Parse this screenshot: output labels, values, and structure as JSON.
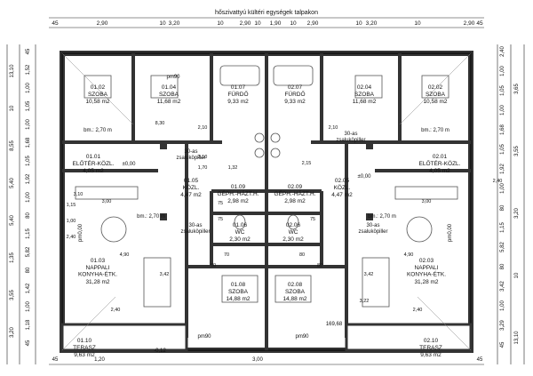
{
  "header": "hőszivattyú kültéri egységek talpakon",
  "top_dims": [
    "45",
    "2,90",
    "10",
    "3,20",
    "10",
    "2,90",
    "10",
    "1,90",
    "10",
    "2,90",
    "10",
    "3,20",
    "10",
    "2,90",
    "45"
  ],
  "left_dims": [
    "45",
    "1,52",
    "1,00",
    "1,05",
    "1,00",
    "1,68",
    "1,05",
    "1,92",
    "1,00",
    "80",
    "1,15",
    "5,82",
    "80",
    "1,42",
    "1,00",
    "1,18",
    "45"
  ],
  "right_dims": [
    "2,40",
    "1,00",
    "1,05",
    "1,00",
    "1,68",
    "1,05",
    "1,92",
    "1,00",
    "80",
    "1,15",
    "5,82",
    "80",
    "3,42",
    "1,00",
    "3,29",
    "45"
  ],
  "left_outer": [
    "13,10",
    "10",
    "8,55",
    "5,40",
    "5,40",
    "1,35",
    "3,55",
    "3,20"
  ],
  "right_outer": [
    "3,65",
    "3,55",
    "3,20",
    "10",
    "13,10"
  ],
  "bottom_dims": [
    "45",
    "1,20",
    "3,00",
    "45"
  ],
  "rooms": [
    {
      "id": "01.02",
      "name": "SZOBA",
      "area": "10,58 m2"
    },
    {
      "id": "01.04",
      "name": "SZOBA",
      "area": "11,68 m2"
    },
    {
      "id": "01.07",
      "name": "FÜRDŐ",
      "area": "9,33 m2"
    },
    {
      "id": "02.07",
      "name": "FÜRDŐ",
      "area": "9,33 m2"
    },
    {
      "id": "02.04",
      "name": "SZOBA",
      "area": "11,68 m2"
    },
    {
      "id": "02.02",
      "name": "SZOBA",
      "area": "10,58 m2"
    },
    {
      "id": "01.01",
      "name": "ELŐTÉR-KÖZL.",
      "area": "4,05 m2"
    },
    {
      "id": "01.05",
      "name": "KÖZL.",
      "area": "4,47 m2"
    },
    {
      "id": "01.09",
      "name": "GÉPH.-HÁZT.H.",
      "area": "2,98 m2"
    },
    {
      "id": "02.09",
      "name": "GÉPH.-HÁZT.H.",
      "area": "2,98 m2"
    },
    {
      "id": "02.05",
      "name": "KÖZL.",
      "area": "4,47 m2"
    },
    {
      "id": "02.01",
      "name": "ELŐTÉR-KÖZL.",
      "area": "4,05 m2"
    },
    {
      "id": "01.06",
      "name": "WC",
      "area": "2,30 m2"
    },
    {
      "id": "02.06",
      "name": "WC",
      "area": "2,30 m2"
    },
    {
      "id": "01.03",
      "name": "NAPPALI\nKONYHA-ÉTK.",
      "area": "31,28 m2"
    },
    {
      "id": "02.03",
      "name": "NAPPALI\nKONYHA-ÉTK.",
      "area": "31,28 m2"
    },
    {
      "id": "01.08",
      "name": "SZOBA",
      "area": "14,88 m2"
    },
    {
      "id": "02.08",
      "name": "SZOBA",
      "area": "14,88 m2"
    },
    {
      "id": "01.10",
      "name": "TERASZ",
      "area": "9,63 m2"
    },
    {
      "id": "02.10",
      "name": "TERASZ",
      "area": "9,63 m2"
    }
  ],
  "annotations": {
    "bm_270": "bm.: 2,70 m",
    "zsalu": "30-as\nzsaluköpiller",
    "pm90": "pm90",
    "pm00": "pm0,00",
    "zero": "±0,00",
    "minus012": "-0,12",
    "level": "169,68"
  },
  "inner_dims": [
    "2,10",
    "2,10",
    "2,10",
    "1,70",
    "2,15",
    "1,32",
    "8,30",
    "3,00",
    "3,00",
    "4,90",
    "4,90",
    "3,42",
    "3,42",
    "2,40",
    "2,40",
    "3,22",
    "2,40",
    "3,10",
    "1,15",
    "1,00",
    "2,40",
    "75",
    "75",
    "75",
    "70",
    "80",
    "60",
    "80"
  ]
}
